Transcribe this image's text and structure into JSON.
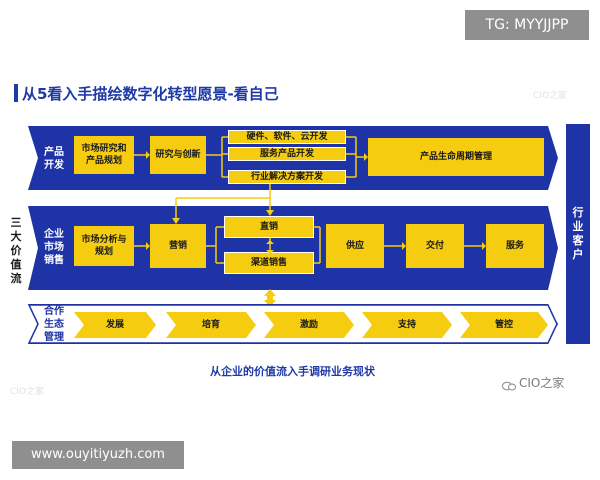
{
  "watermark_tag": "TG: MYYJJPP",
  "watermark_url": "www.ouyitiyuzh.com",
  "title": "从5看入手描绘数字化转型愿景-看自己",
  "cio_mark": "CIO之家",
  "left_side_label": [
    "三",
    "大",
    "价",
    "值",
    "流"
  ],
  "right_side_label": [
    "行",
    "业",
    "客",
    "户"
  ],
  "rows": {
    "product_dev": {
      "label": [
        "产品",
        "开发"
      ],
      "boxes": {
        "market_research": [
          "市场研究和",
          "产品规划"
        ],
        "research_innovation": "研究与创新",
        "hw_sw_cloud": "硬件、软件、云开发",
        "service_product": "服务产品开发",
        "industry_solution": "行业解决方案开发",
        "lifecycle": "产品生命周期管理"
      }
    },
    "enterprise_sales": {
      "label": [
        "企业",
        "市场",
        "销售"
      ],
      "boxes": {
        "market_analysis": [
          "市场分析与",
          "规划"
        ],
        "marketing": "营销",
        "direct_sales": "直销",
        "channel_sales": "渠道销售",
        "supply": "供应",
        "delivery": "交付",
        "service": "服务"
      }
    },
    "ecosystem": {
      "label": [
        "合作",
        "生态",
        "管理"
      ],
      "chevrons": [
        "发展",
        "培育",
        "激励",
        "支持",
        "管控"
      ]
    }
  },
  "caption": "从企业的价值流入手调研业务现状",
  "brand": "CIO之家",
  "colors": {
    "blue": "#1e33a6",
    "yellow": "#f5cc10",
    "title_blue": "#1f3aa8"
  }
}
